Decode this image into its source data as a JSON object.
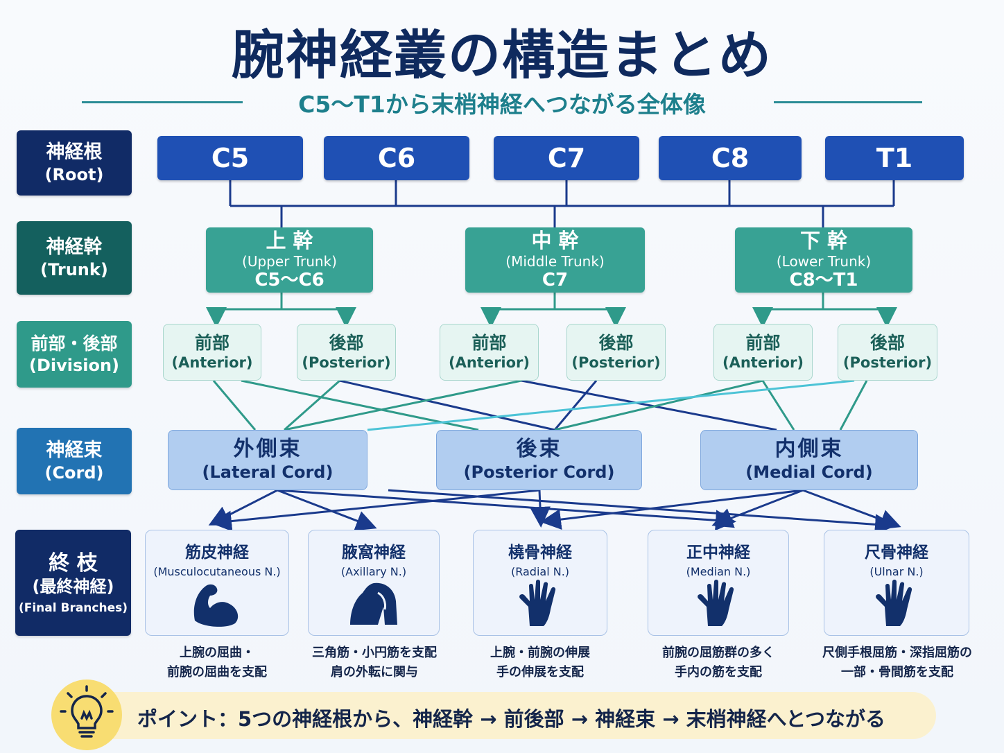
{
  "title": "腕神経叢の構造まとめ",
  "subtitle": "C5〜T1から末梢神経へつながる全体像",
  "levels": {
    "root": {
      "main": "神経根",
      "sub": "(Root)"
    },
    "trunk": {
      "main": "神経幹",
      "sub": "(Trunk)"
    },
    "division": {
      "main": "前部・後部",
      "sub": "(Division)"
    },
    "cord": {
      "main": "神経束",
      "sub": "(Cord)"
    },
    "branch": {
      "main": "終 枝",
      "sub": "(最終神経)",
      "tiny": "(Final Branches)"
    }
  },
  "roots": [
    "C5",
    "C6",
    "C7",
    "C8",
    "T1"
  ],
  "trunks": [
    {
      "ja": "上 幹",
      "en": "(Upper Trunk)",
      "range": "C5〜C6"
    },
    {
      "ja": "中 幹",
      "en": "(Middle Trunk)",
      "range": "C7"
    },
    {
      "ja": "下 幹",
      "en": "(Lower Trunk)",
      "range": "C8〜T1"
    }
  ],
  "divisions": [
    {
      "ja": "前部",
      "en": "(Anterior)"
    },
    {
      "ja": "後部",
      "en": "(Posterior)"
    },
    {
      "ja": "前部",
      "en": "(Anterior)"
    },
    {
      "ja": "後部",
      "en": "(Posterior)"
    },
    {
      "ja": "前部",
      "en": "(Anterior)"
    },
    {
      "ja": "後部",
      "en": "(Posterior)"
    }
  ],
  "cords": [
    {
      "ja": "外側束",
      "en": "(Lateral Cord)"
    },
    {
      "ja": "後束",
      "en": "(Posterior Cord)"
    },
    {
      "ja": "内側束",
      "en": "(Medial Cord)"
    }
  ],
  "branches": [
    {
      "ja": "筋皮神経",
      "en": "(Musculocutaneous N.)",
      "icon": "flexed-arm-icon",
      "desc1": "上腕の屈曲・",
      "desc2": "前腕の屈曲を支配"
    },
    {
      "ja": "腋窩神経",
      "en": "(Axillary N.)",
      "icon": "shoulder-icon",
      "desc1": "三角筋・小円筋を支配",
      "desc2": "肩の外転に関与"
    },
    {
      "ja": "橈骨神経",
      "en": "(Radial N.)",
      "icon": "hand-icon",
      "desc1": "上腕・前腕の伸展",
      "desc2": "手の伸展を支配"
    },
    {
      "ja": "正中神経",
      "en": "(Median N.)",
      "icon": "hand-icon",
      "desc1": "前腕の屈筋群の多く",
      "desc2": "手内の筋を支配"
    },
    {
      "ja": "尺骨神経",
      "en": "(Ulnar N.)",
      "icon": "hand-icon",
      "desc1": "尺側手根屈筋・深指屈筋の",
      "desc2": "一部・骨間筋を支配"
    }
  ],
  "point": "ポイント：5つの神経根から、神経幹 → 前後部 → 神経束 → 末梢神経へとつながる",
  "colors": {
    "title": "#0f2a5e",
    "root": "#1f50b4",
    "trunk": "#38a294",
    "division_bg": "#e6f5f2",
    "cord": "#b1cdf0",
    "line_dark": "#1a3a8c",
    "line_teal": "#2f9a8a",
    "line_cyan": "#4cc3d6"
  }
}
